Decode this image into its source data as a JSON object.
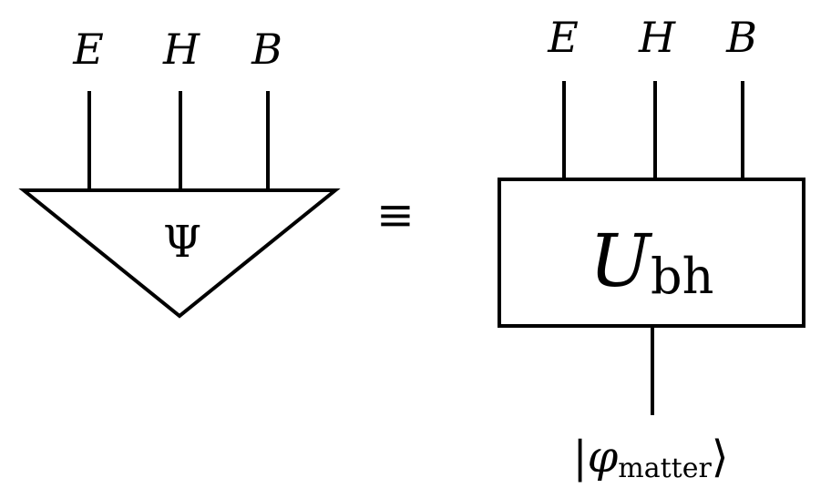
{
  "left": {
    "legs": [
      "E",
      "H",
      "B"
    ],
    "tensor_symbol": "Ψ"
  },
  "equiv": "≡",
  "right": {
    "legs": [
      "E",
      "H",
      "B"
    ],
    "operator": {
      "main": "U",
      "sub": "bh"
    },
    "input_state": {
      "open": "|",
      "symbol": "φ",
      "sub": "matter",
      "close": "⟩"
    }
  },
  "colors": {
    "ink": "#000000",
    "background": "#ffffff"
  }
}
